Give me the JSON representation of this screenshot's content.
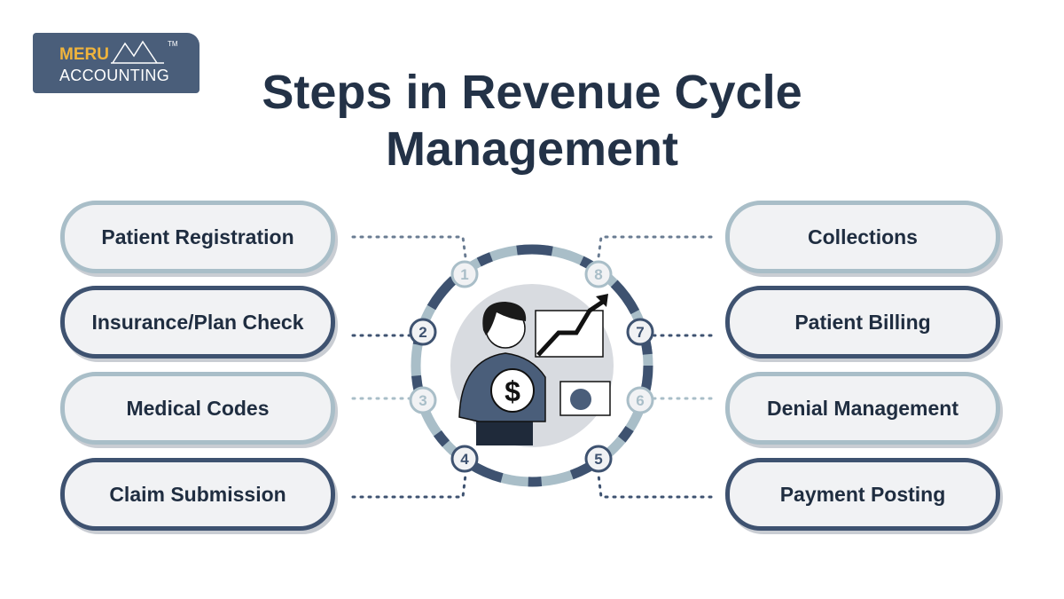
{
  "logo": {
    "brand": "MERU",
    "sub": "ACCOUNTING",
    "tm": "TM"
  },
  "title": {
    "line1": "Steps in Revenue Cycle",
    "line2": "Management"
  },
  "steps_left": [
    {
      "number": "1",
      "label": "Patient Registration"
    },
    {
      "number": "2",
      "label": "Insurance/Plan Check"
    },
    {
      "number": "3",
      "label": "Medical Codes"
    },
    {
      "number": "4",
      "label": "Claim Submission"
    }
  ],
  "steps_right": [
    {
      "number": "8",
      "label": "Collections"
    },
    {
      "number": "7",
      "label": "Patient Billing"
    },
    {
      "number": "6",
      "label": "Denial Management"
    },
    {
      "number": "5",
      "label": "Payment Posting"
    }
  ],
  "colors": {
    "dark": "#3e5270",
    "light": "#a9bec8",
    "title": "#233247",
    "accent": "#f0b43c"
  }
}
